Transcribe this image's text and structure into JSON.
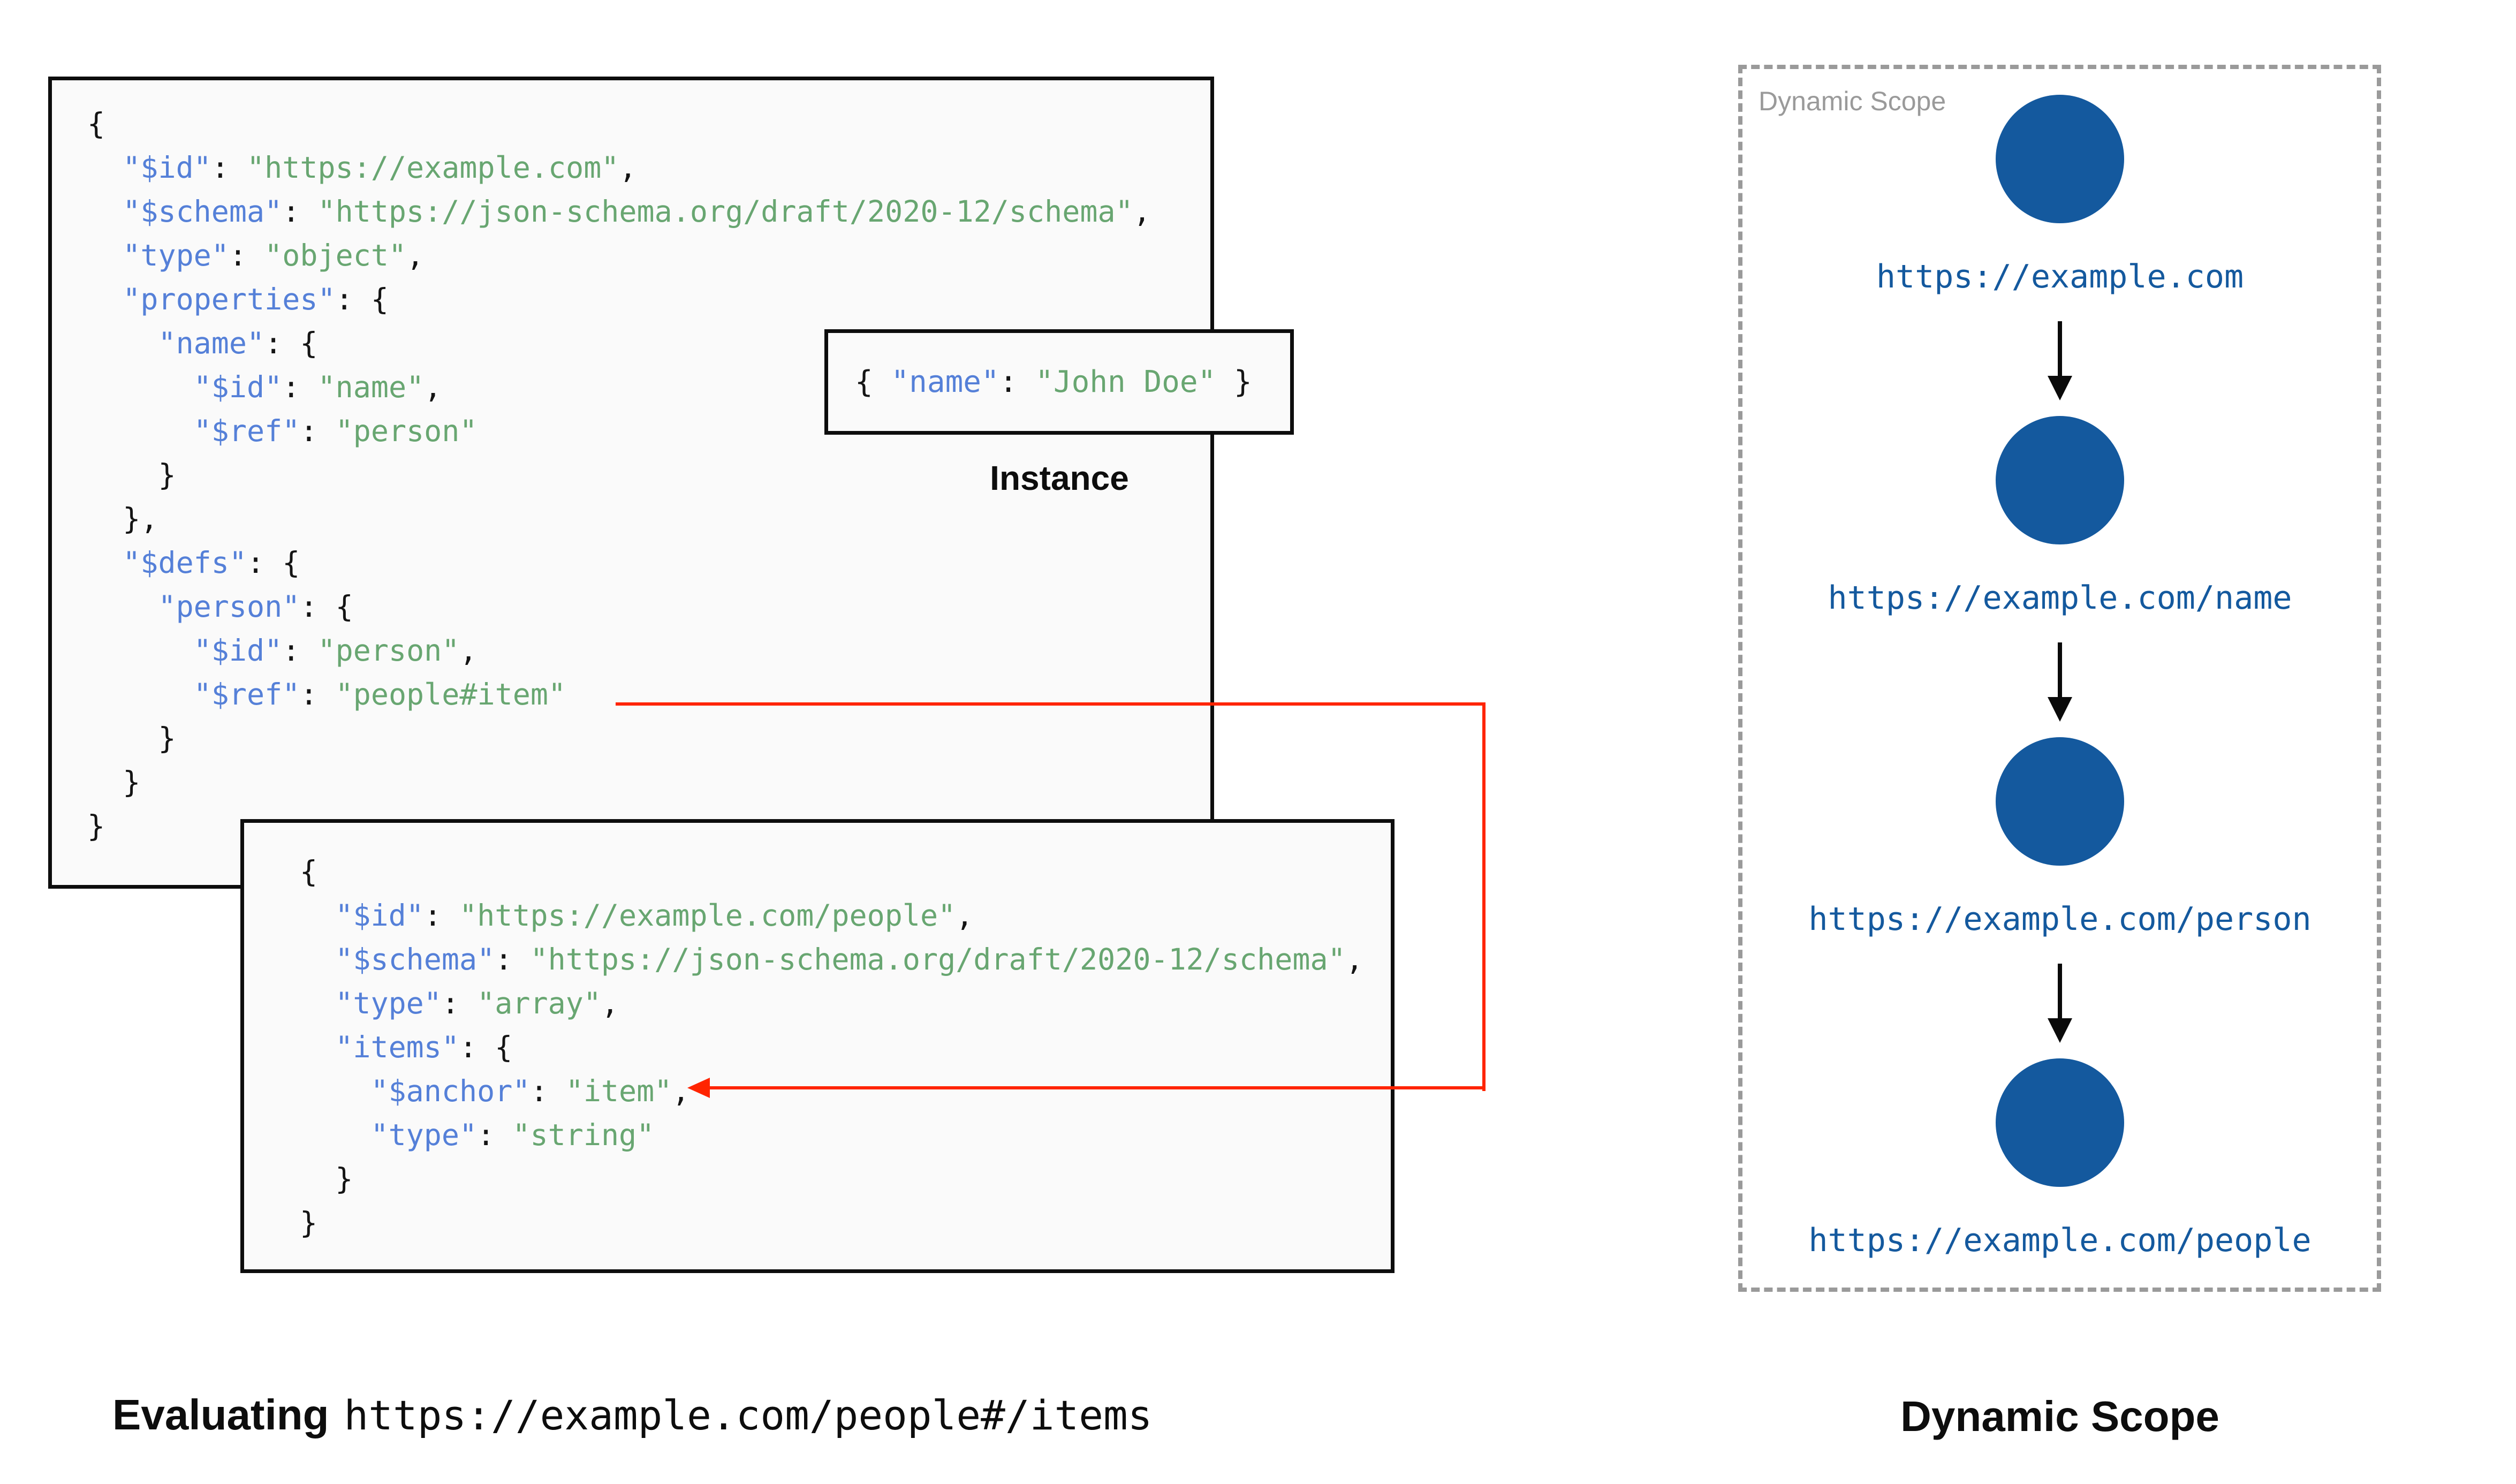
{
  "schema_box_root": {
    "lines": [
      "{",
      "  \"$id\": \"https://example.com\",",
      "  \"$schema\": \"https://json-schema.org/draft/2020-12/schema\",",
      "  \"type\": \"object\",",
      "  \"properties\": {",
      "    \"name\": {",
      "      \"$id\": \"name\",",
      "      \"$ref\": \"person\"",
      "    }",
      "  },",
      "  \"$defs\": {",
      "    \"person\": {",
      "      \"$id\": \"person\",",
      "      \"$ref\": \"people#item\"",
      "    }",
      "  }",
      "}"
    ]
  },
  "instance": {
    "code": [
      "{ \"name\": \"John Doe\" }"
    ],
    "label": "Instance"
  },
  "schema_box_people": {
    "lines": [
      "{",
      "  \"$id\": \"https://example.com/people\",",
      "  \"$schema\": \"https://json-schema.org/draft/2020-12/schema\",",
      "  \"type\": \"array\",",
      "  \"items\": {",
      "    \"$anchor\": \"item\",",
      "    \"type\": \"string\"",
      "  }",
      "}"
    ]
  },
  "dynamic_scope": {
    "box_label": "Dynamic Scope",
    "nodes": [
      "https://example.com",
      "https://example.com/name",
      "https://example.com/person",
      "https://example.com/people"
    ],
    "caption": "Dynamic Scope"
  },
  "caption": {
    "bold": "Evaluating",
    "mono": "https://example.com/people#/items"
  },
  "colors": {
    "key_blue": "#5580d8",
    "string_green": "#68a671",
    "node_blue": "#14599e",
    "arrow_red": "#ff2400",
    "scope_gray": "#9a9a9a"
  }
}
